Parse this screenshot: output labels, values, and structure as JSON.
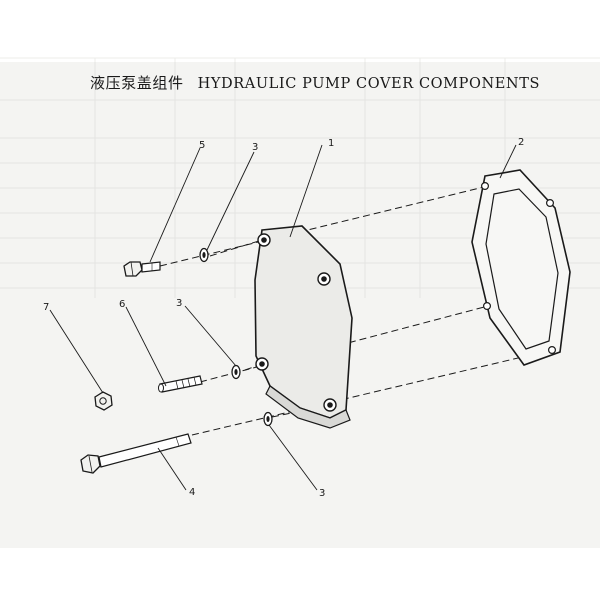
{
  "title": {
    "chinese": "液压泵盖组件",
    "english": "HYDRAULIC PUMP COVER COMPONENTS"
  },
  "callouts": {
    "c1": "1",
    "c2": "2",
    "c3a": "3",
    "c3b": "3",
    "c3c": "3",
    "c4": "4",
    "c5": "5",
    "c6": "6",
    "c7": "7"
  },
  "parts": [
    {
      "number": "1",
      "name": "pump-cover"
    },
    {
      "number": "2",
      "name": "gasket"
    },
    {
      "number": "3",
      "name": "spring-washer"
    },
    {
      "number": "4",
      "name": "long-hex-bolt"
    },
    {
      "number": "5",
      "name": "hex-bolt"
    },
    {
      "number": "6",
      "name": "stud"
    },
    {
      "number": "7",
      "name": "hex-nut"
    }
  ]
}
